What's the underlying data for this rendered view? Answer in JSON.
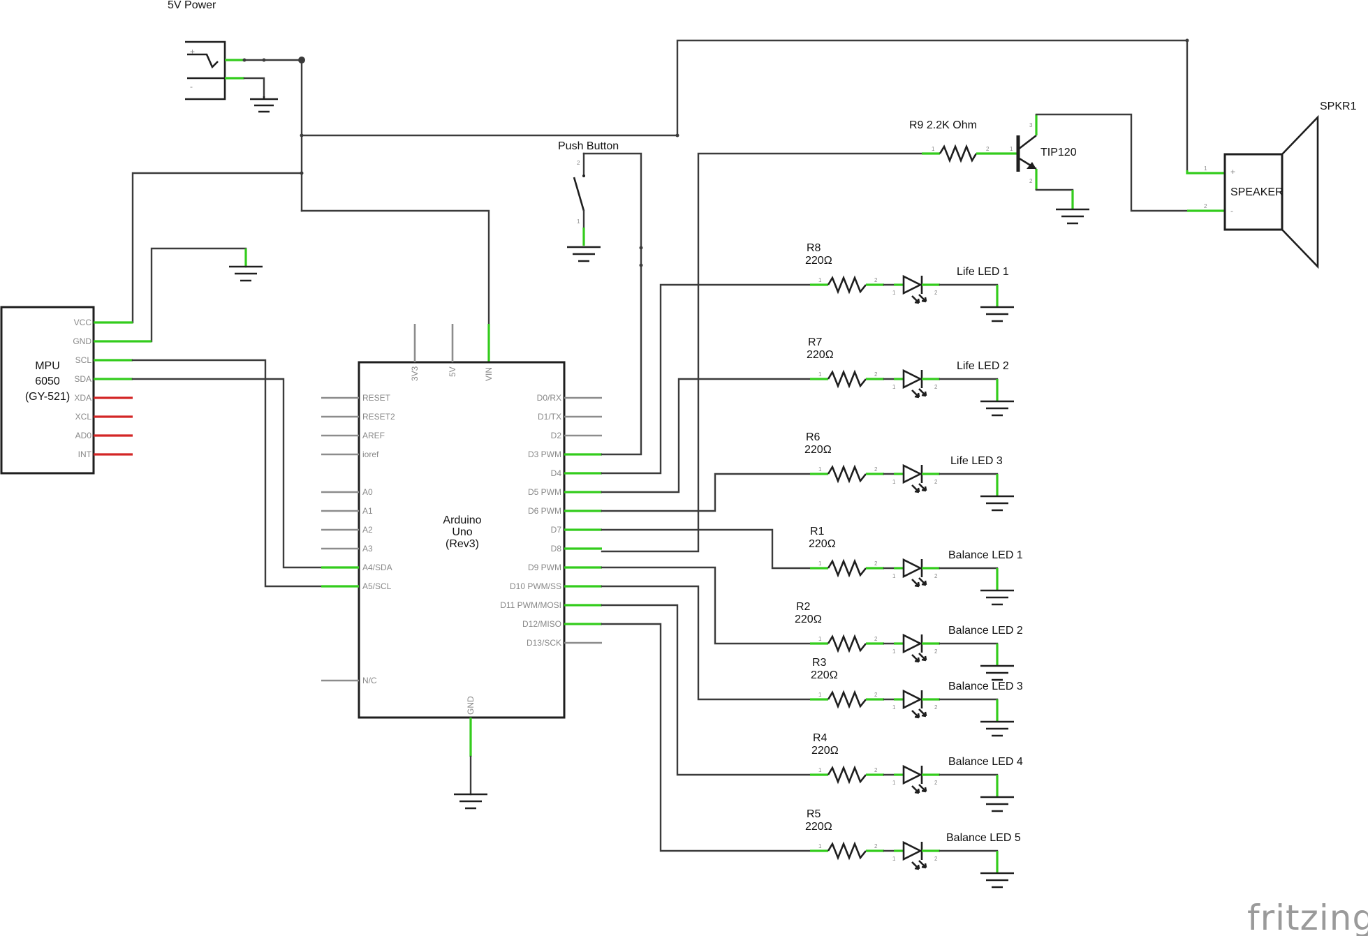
{
  "power": {
    "label": "5V Power",
    "plus": "+",
    "minus": "-"
  },
  "push_button": {
    "label": "Push Button",
    "pin1": "1",
    "pin2": "2"
  },
  "transistor": {
    "label": "TIP120",
    "pin_b": "1",
    "pin_e": "2",
    "pin_c": "3"
  },
  "base_resistor": {
    "label": "R9 2.2K Ohm",
    "pin1": "1",
    "pin2": "2"
  },
  "speaker": {
    "ref": "SPKR1",
    "label": "SPEAKER",
    "plus": "+",
    "minus": "-",
    "pin1": "1",
    "pin2": "2"
  },
  "mpu": {
    "name_line1": "MPU",
    "name_line2": "6050",
    "name_line3": "(GY-521)",
    "pins": [
      "VCC",
      "GND",
      "SCL",
      "SDA",
      "XDA",
      "XCL",
      "AD0",
      "INT"
    ]
  },
  "arduino": {
    "name_line1": "Arduino",
    "name_line2": "Uno",
    "name_line3": "(Rev3)",
    "top_pins": [
      "3V3",
      "5V",
      "VIN"
    ],
    "bottom_pin": "GND",
    "left_pins": [
      "RESET",
      "RESET2",
      "AREF",
      "ioref",
      "A0",
      "A1",
      "A2",
      "A3",
      "A4/SDA",
      "A5/SCL",
      "N/C"
    ],
    "right_pins": [
      "D0/RX",
      "D1/TX",
      "D2",
      "D3 PWM",
      "D4",
      "D5 PWM",
      "D6 PWM",
      "D7",
      "D8",
      "D9 PWM",
      "D10 PWM/SS",
      "D11 PWM/MOSI",
      "D12/MISO",
      "D13/SCK"
    ]
  },
  "led_rows": [
    {
      "ref": "R8",
      "value": "220Ω",
      "led": "Life LED 1"
    },
    {
      "ref": "R7",
      "value": "220Ω",
      "led": "Life LED 2"
    },
    {
      "ref": "R6",
      "value": "220Ω",
      "led": "Life LED 3"
    },
    {
      "ref": "R1",
      "value": "220Ω",
      "led": "Balance LED 1"
    },
    {
      "ref": "R2",
      "value": "220Ω",
      "led": "Balance LED 2"
    },
    {
      "ref": "R3",
      "value": "220Ω",
      "led": "Balance LED 3"
    },
    {
      "ref": "R4",
      "value": "220Ω",
      "led": "Balance LED 4"
    },
    {
      "ref": "R5",
      "value": "220Ω",
      "led": "Balance LED 5"
    }
  ],
  "led_pin_numbers": {
    "r1": "1",
    "r2": "2",
    "l1": "1",
    "l2": "2"
  },
  "brand": "fritzing"
}
